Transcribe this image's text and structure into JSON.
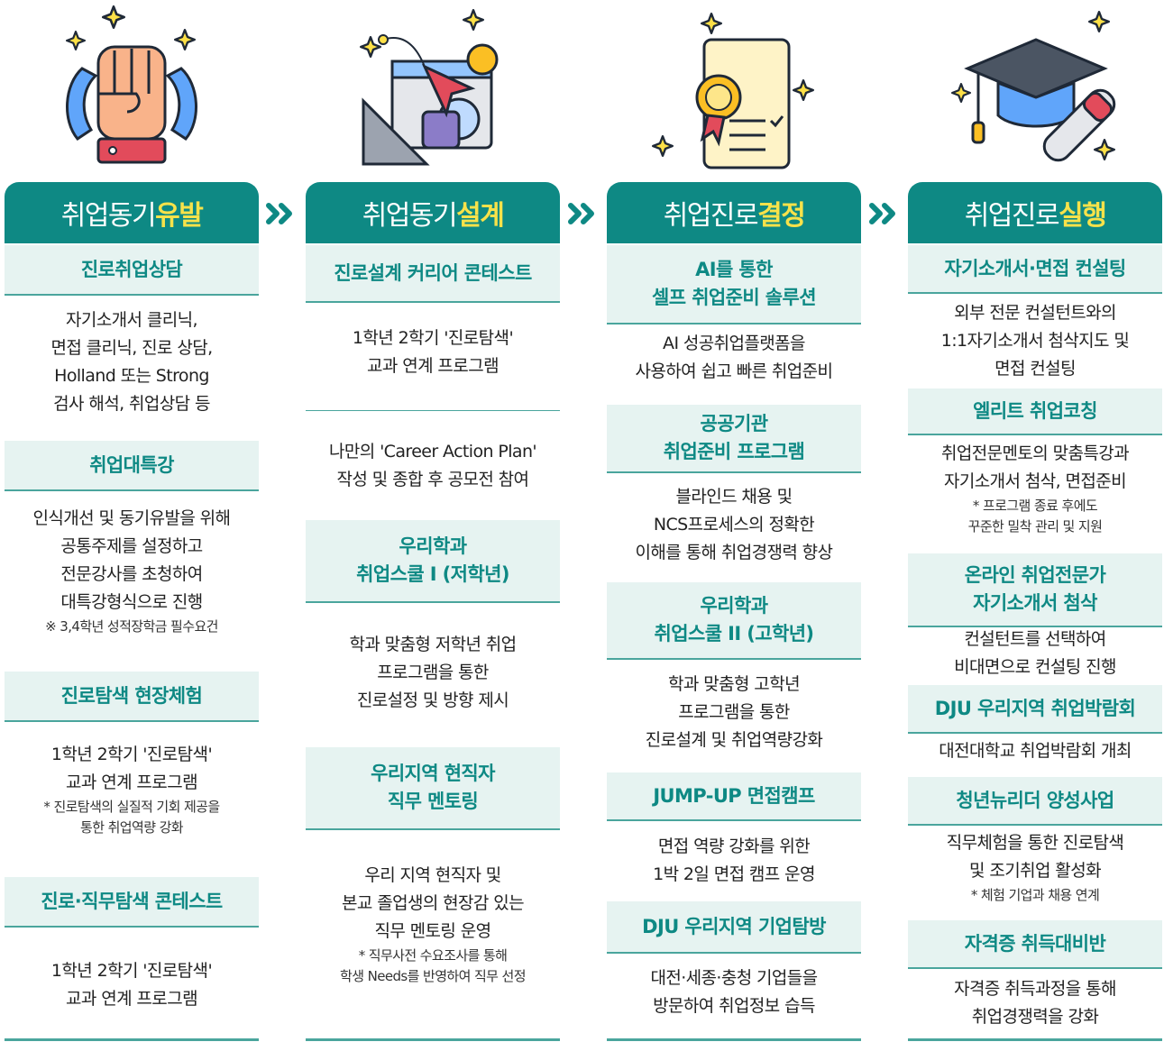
{
  "colors": {
    "teal": "#0e8984",
    "accent": "#f7e24a",
    "title_bg": "#e6f3f1",
    "title_text": "#0e8984"
  },
  "arrow_icon": "double-chevron-right-icon",
  "columns": [
    {
      "icon": "raised-fist-with-ribbon-icon",
      "title_main": "취업동기",
      "title_hl": "유발",
      "sections": [
        {
          "title": [
            "진로취업상담"
          ],
          "body": [
            "자기소개서 클리닉,",
            "면접 클리닉, 진로 상담,",
            "Holland 또는 Strong",
            "검사 해석, 취업상담 등"
          ],
          "note": []
        },
        {
          "title": [
            "취업대특강"
          ],
          "body": [
            "인식개선 및 동기유발을 위해",
            "공통주제를 설정하고",
            "전문강사를 초청하여",
            "대특강형식으로 진행"
          ],
          "note": [
            "※ 3,4학년 성적장학금 필수요건"
          ]
        },
        {
          "title": [
            "진로탐색 현장체험"
          ],
          "body": [
            "1학년 2학기 '진로탐색'",
            "교과 연계 프로그램"
          ],
          "note": [
            "* 진로탐색의 실질적 기회 제공을",
            "통한 취업역량 강화"
          ]
        },
        {
          "title": [
            "진로·직무탐색 콘테스트"
          ],
          "body": [
            "1학년 2학기 '진로탐색'",
            "교과 연계 프로그램"
          ],
          "note": []
        }
      ]
    },
    {
      "icon": "design-tools-cursor-icon",
      "title_main": "취업동기",
      "title_hl": "설계",
      "sections": [
        {
          "title": [
            "진로설계 커리어 콘테스트"
          ],
          "body": [
            "1학년 2학기 '진로탐색'",
            "교과 연계 프로그램"
          ],
          "note": []
        },
        {
          "title": [],
          "body": [
            "나만의 'Career Action Plan'",
            "작성 및 종합 후 공모전 참여"
          ],
          "note": []
        },
        {
          "title": [
            "우리학과",
            "취업스쿨 I (저학년)"
          ],
          "body": [
            "학과 맞춤형 저학년 취업",
            "프로그램을 통한",
            "진로설정 및 방향 제시"
          ],
          "note": []
        },
        {
          "title": [
            "우리지역 현직자",
            "직무 멘토링"
          ],
          "body": [
            "우리 지역 현직자 및",
            "본교 졸업생의 현장감 있는",
            "직무 멘토링 운영"
          ],
          "note": [
            "* 직무사전 수요조사를 통해",
            "학생 Needs를 반영하여 직무 선정"
          ]
        }
      ]
    },
    {
      "icon": "certificate-document-icon",
      "title_main": "취업진로",
      "title_hl": "결정",
      "sections": [
        {
          "title": [
            "AI를 통한",
            "셀프 취업준비 솔루션"
          ],
          "body": [
            "AI 성공취업플랫폼을",
            "사용하여 쉽고 빠른 취업준비"
          ],
          "note": []
        },
        {
          "title": [
            "공공기관",
            "취업준비 프로그램"
          ],
          "body": [
            "블라인드 채용 및",
            "NCS프로세스의 정확한",
            "이해를 통해 취업경쟁력 향상"
          ],
          "note": []
        },
        {
          "title": [
            "우리학과",
            "취업스쿨 II (고학년)"
          ],
          "body": [
            "학과 맞춤형 고학년",
            "프로그램을  통한",
            "진로설계 및 취업역량강화"
          ],
          "note": []
        },
        {
          "title": [
            "JUMP-UP 면접캠프"
          ],
          "body": [
            "면접 역량 강화를 위한",
            "1박 2일 면접 캠프 운영"
          ],
          "note": []
        },
        {
          "title": [
            "DJU 우리지역 기업탐방"
          ],
          "body": [
            "대전·세종·충청 기업들을",
            "방문하여 취업정보 습득"
          ],
          "note": []
        }
      ]
    },
    {
      "icon": "graduation-cap-diploma-icon",
      "title_main": "취업진로",
      "title_hl": "실행",
      "sections": [
        {
          "title": [
            "자기소개서·면접 컨설팅"
          ],
          "body": [
            "외부 전문 컨설턴트와의",
            "1:1자기소개서 첨삭지도 및",
            "면접 컨설팅"
          ],
          "note": []
        },
        {
          "title": [
            "엘리트 취업코칭"
          ],
          "body": [
            "취업전문멘토의 맞춤특강과",
            "자기소개서 첨삭, 면접준비"
          ],
          "note": [
            "* 프로그램 종료 후에도",
            "꾸준한 밀착 관리 및 지원"
          ]
        },
        {
          "title": [
            "온라인 취업전문가",
            "자기소개서 첨삭"
          ],
          "body": [
            "컨설턴트를 선택하여",
            "비대면으로 컨설팅 진행"
          ],
          "note": []
        },
        {
          "title": [
            "DJU 우리지역 취업박람회"
          ],
          "body": [
            "대전대학교 취업박람회 개최"
          ],
          "note": []
        },
        {
          "title": [
            "청년뉴리더 양성사업"
          ],
          "body": [
            "직무체험을 통한 진로탐색",
            "및 조기취업 활성화"
          ],
          "note": [
            "* 체험 기업과 채용 연계"
          ]
        },
        {
          "title": [
            "자격증 취득대비반"
          ],
          "body": [
            "자격증 취득과정을 통해",
            "취업경쟁력을 강화"
          ],
          "note": []
        }
      ]
    }
  ]
}
